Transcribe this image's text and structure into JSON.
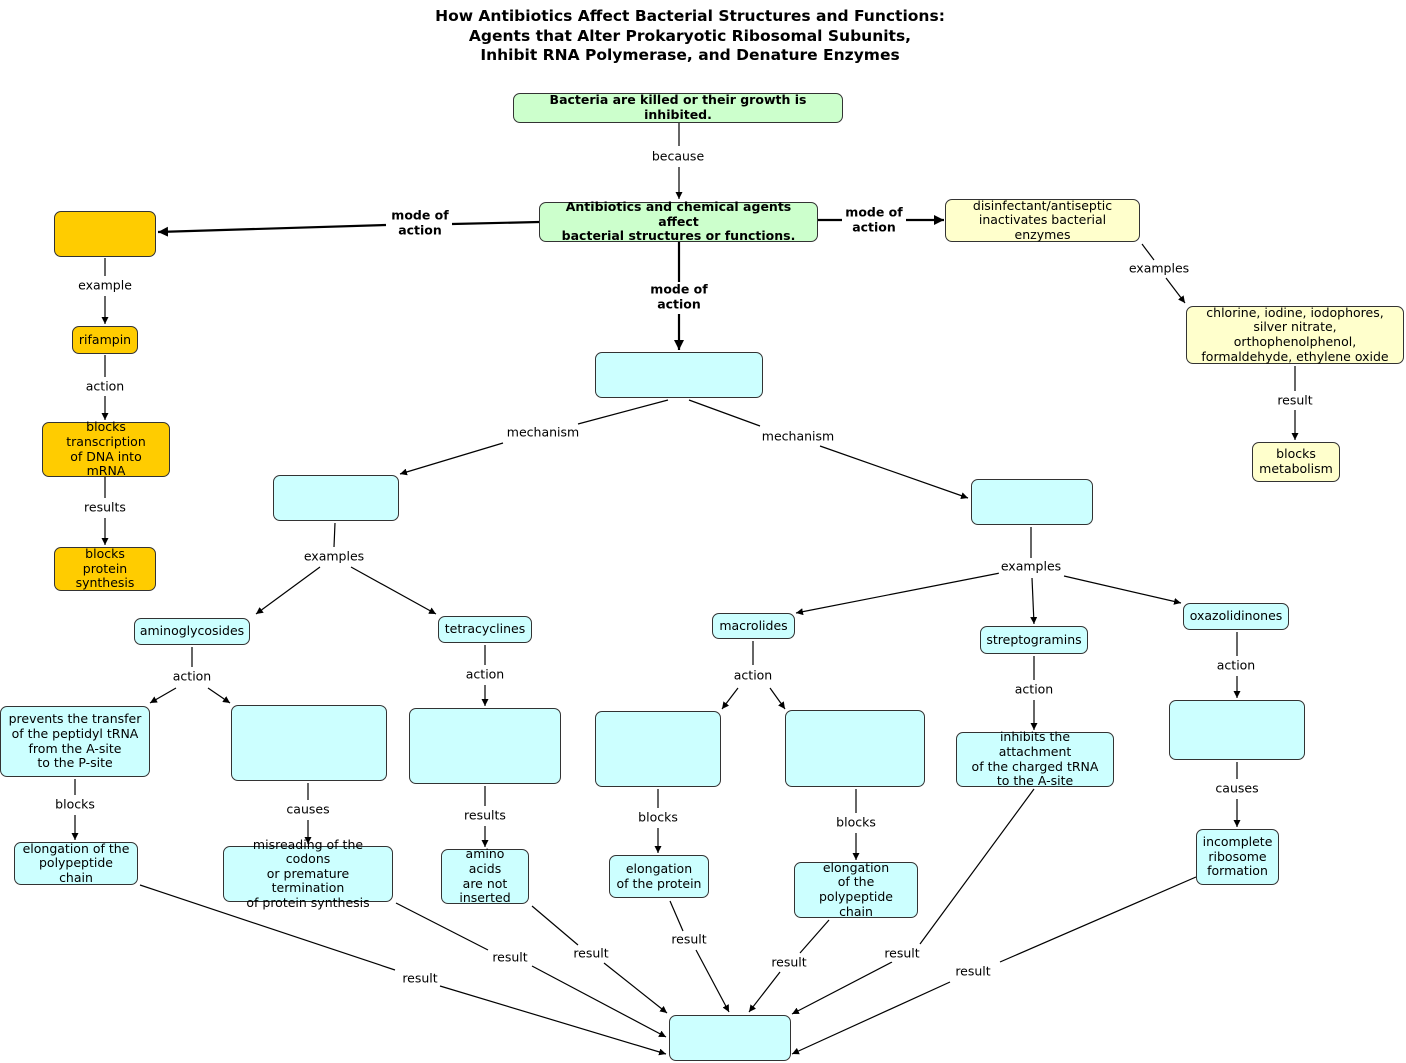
{
  "title": {
    "line1": "How Antibiotics Affect Bacterial Structures and Functions:",
    "line2": "Agents that Alter Prokaryotic Ribosomal Subunits,",
    "line3": "Inhibit RNA Polymerase, and Denature Enzymes"
  },
  "colors": {
    "green": "#ccffcc",
    "cyan": "#ccffff",
    "orange": "#ffcc00",
    "yellow": "#ffffcc",
    "border": "#333333",
    "edge": "#000000"
  },
  "nodes": {
    "bacteria_killed": "Bacteria are killed or their growth is inhibited.",
    "agents_affect": "Antibiotics and chemical agents affect\nbacterial structures or functions.",
    "rna_polymerase_blank": "",
    "rifampin": "rifampin",
    "blocks_transcription": "blocks\ntranscription\nof DNA into mRNA",
    "blocks_protein_synthesis": "blocks protein\nsynthesis",
    "disinfectant": "disinfectant/antiseptic\ninactivates bacterial enzymes",
    "chlorine_examples": "chlorine, iodine, iodophores,\nsilver nitrate, orthophenolphenol,\nformaldehyde, ethylene oxide",
    "blocks_metabolism": "blocks\nmetabolism",
    "ribosome_blank": "",
    "subunit_30s_blank": "",
    "subunit_50s_blank": "",
    "aminoglycosides": "aminoglycosides",
    "tetracyclines": "tetracyclines",
    "macrolides": "macrolides",
    "streptogramins": "streptogramins",
    "oxazolidinones": "oxazolidinones",
    "prevents_transfer": "prevents the transfer\nof the peptidyl tRNA\nfrom the A-site\nto the P-site",
    "amino_action2_blank": "",
    "tetra_action_blank": "",
    "macro_action1_blank": "",
    "macro_action2_blank": "",
    "inhibits_attachment": "inhibits the attachment\nof the charged tRNA\nto the A-site",
    "oxa_action_blank": "",
    "elongation_polypeptide1": "elongation of the\npolypeptide chain",
    "misreading": "misreading of the codons\nor premature termination\nof protein synthesis",
    "amino_acids": "amino acids\nare not\ninserted",
    "elongation_protein": "elongation\nof the protein",
    "elongation_polypeptide2": "elongation\nof the polypeptide\nchain",
    "incomplete_ribosome": "incomplete\nribosome\nformation",
    "final_blank": ""
  },
  "links": {
    "because": "because",
    "mode_left": "mode of\naction",
    "mode_right": "mode of\naction",
    "mode_down": "mode of\naction",
    "example": "example",
    "action_rif": "action",
    "results_rif": "results",
    "examples_dis": "examples",
    "result_dis": "result",
    "mechanism_left": "mechanism",
    "mechanism_right": "mechanism",
    "examples_30s": "examples",
    "examples_50s": "examples",
    "action_amino": "action",
    "action_tetra": "action",
    "action_macro": "action",
    "action_strep": "action",
    "action_oxa": "action",
    "blocks_amino": "blocks",
    "causes_amino": "causes",
    "results_tetra": "results",
    "blocks_macro1": "blocks",
    "blocks_macro2": "blocks",
    "causes_oxa": "causes",
    "result_1": "result",
    "result_2": "result",
    "result_3": "result",
    "result_4": "result",
    "result_5": "result",
    "result_6": "result",
    "result_7": "result"
  }
}
